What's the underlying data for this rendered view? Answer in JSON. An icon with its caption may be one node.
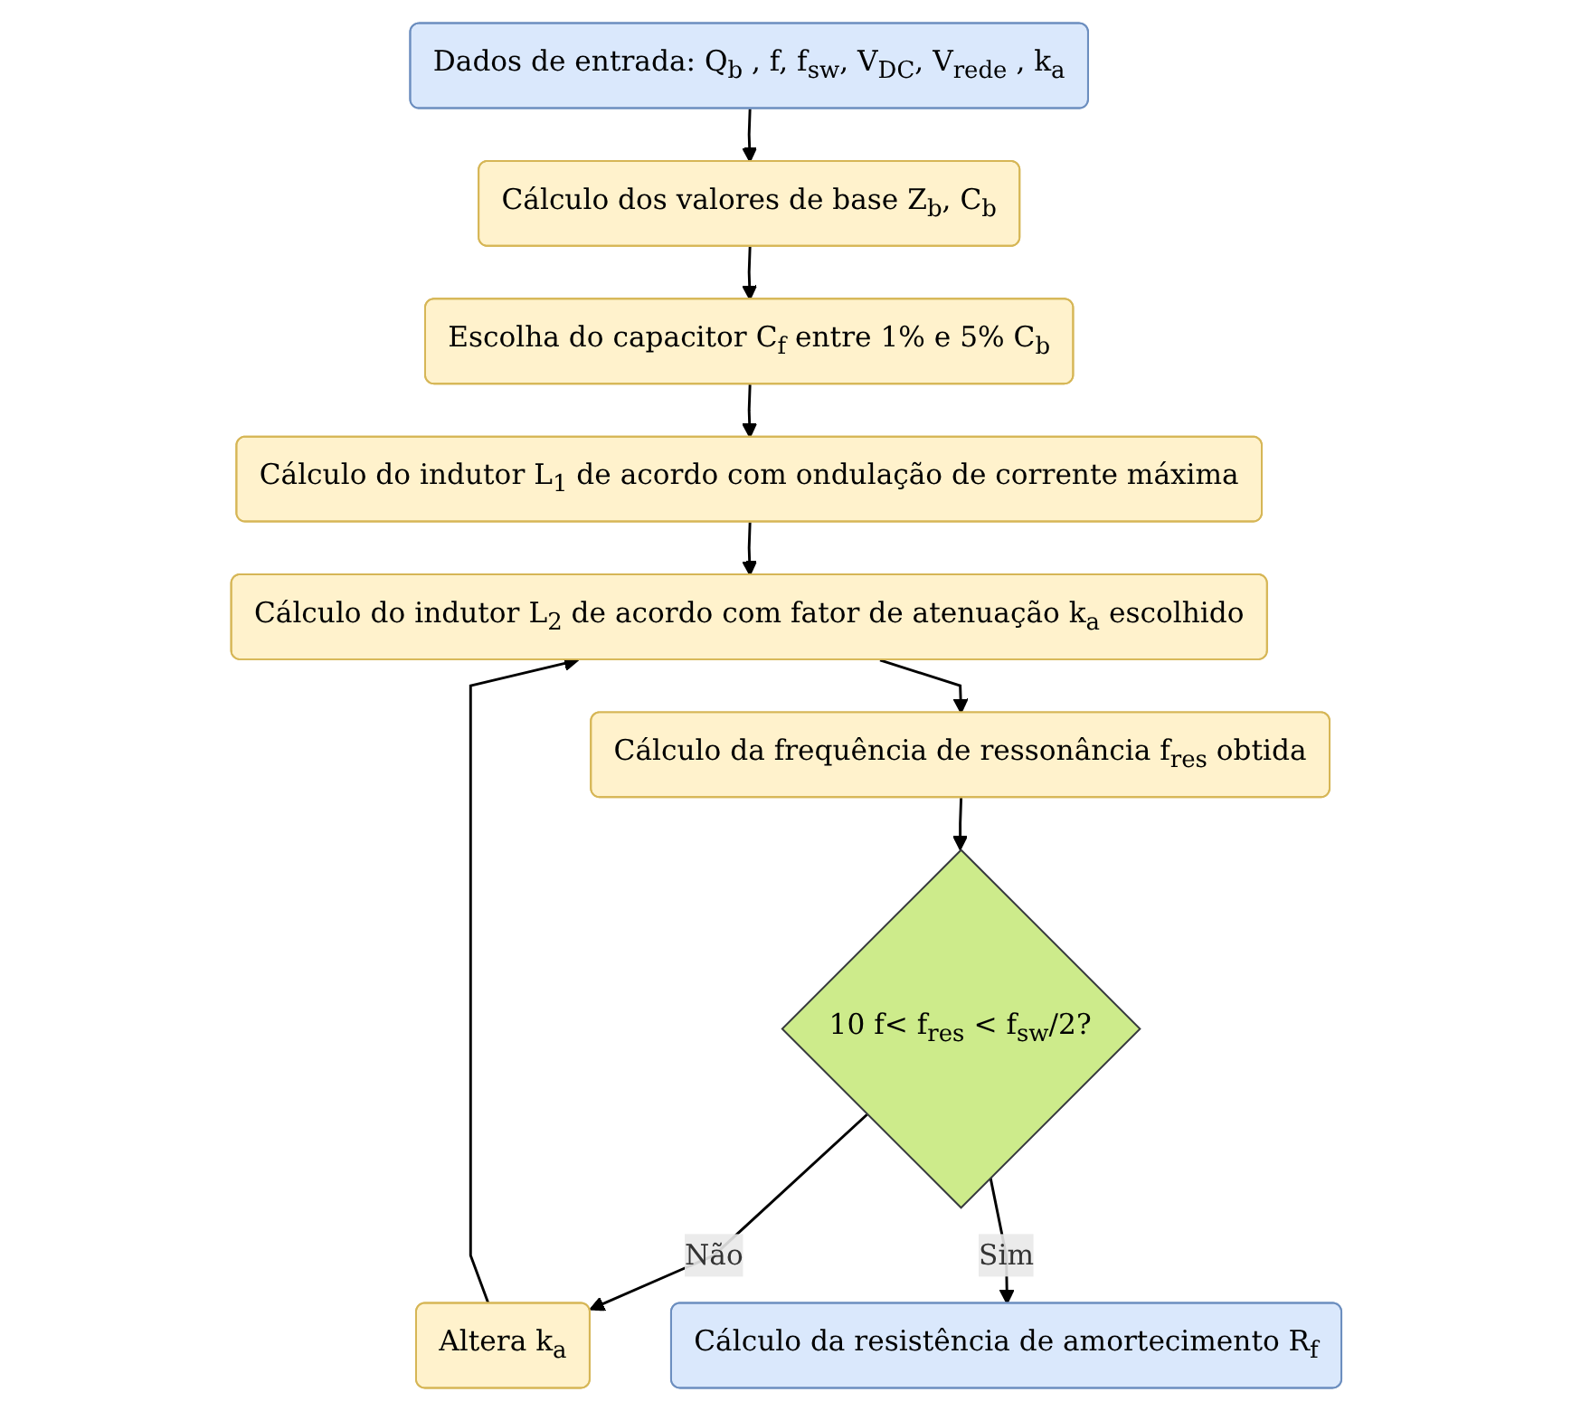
{
  "diagram": {
    "nodes": [
      {
        "text": [
          "Dados de entrada: Q$_{b}$ , f, f$_{sw}$, V$_{DC}$, V$_{rede}$ , k$_{a}$"
        ]
      },
      {
        "text": [
          "Cálculo dos valores de base Z$_{b}$, C$_{b}$"
        ]
      },
      {
        "text": [
          "Escolha do capacitor C$_{f}$ entre 1% e 5% C$_{b}$"
        ]
      },
      {
        "text": [
          "Cálculo do indutor L$_{1}$ de acordo com ondulação de corrente máxima"
        ]
      },
      {
        "text": [
          "Cálculo do indutor L$_{2}$ de acordo com fator de atenuação k$_{a}$ escolhido"
        ]
      },
      {
        "text": [
          "Cálculo da frequência de ressonância f$_{res}$ obtida"
        ]
      },
      {
        "text": [
          "10 f< f$_{res}$ < f$_{sw}$/2?"
        ]
      },
      {
        "text": [
          "Altera k$_{a}$"
        ]
      },
      {
        "text": [
          "Cálculo da resistência de amortecimento R$_{f}$"
        ]
      }
    ],
    "edges": [
      {
        "from": 0,
        "to": 1,
        "arrow": "to"
      },
      {
        "from": 1,
        "to": 2,
        "arrow": "to"
      },
      {
        "from": 2,
        "to": 3,
        "arrow": "to"
      },
      {
        "from": 3,
        "to": 4,
        "arrow": "to"
      },
      {
        "from": 4,
        "to": 5,
        "arrow": "to"
      },
      {
        "from": 5,
        "to": 6,
        "arrow": "to"
      },
      {
        "from": 6,
        "to": 7,
        "label": "Não",
        "arrow": "to"
      },
      {
        "from": 7,
        "to": 4,
        "arrow": "to"
      },
      {
        "from": 6,
        "to": 8,
        "label": "Sim",
        "arrow": "to"
      }
    ]
  }
}
